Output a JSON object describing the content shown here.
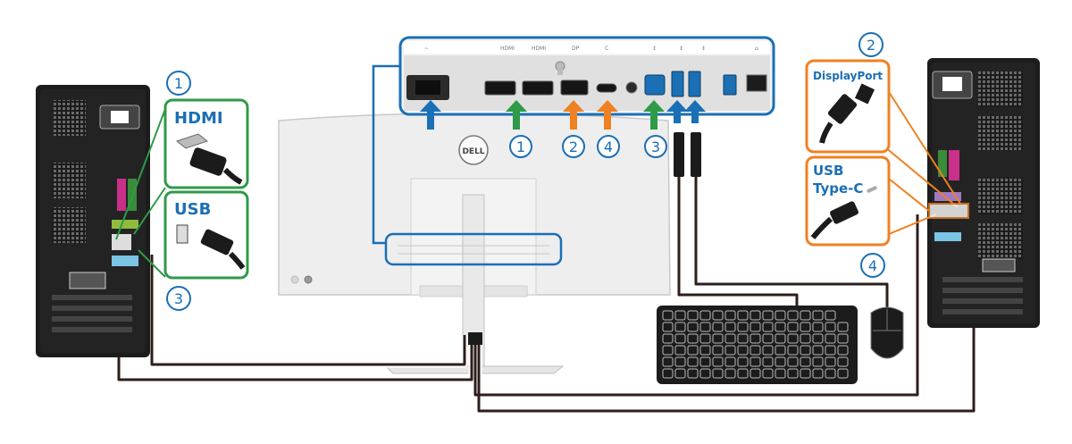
{
  "brand": "DELL",
  "callouts": {
    "left_hdmi": "HDMI",
    "left_usb": "USB",
    "right_dp": "DisplayPort",
    "right_usbc_line1": "USB",
    "right_usbc_line2": "Type-C"
  },
  "markers": {
    "left_hdmi": "1",
    "left_usb": "3",
    "right_dp": "2",
    "right_usbc": "4",
    "port_hdmi": "1",
    "port_dp": "2",
    "port_usbc": "4",
    "port_usb_upstream": "3"
  },
  "colors": {
    "blue": "#1a6fb5",
    "green": "#2f9a48",
    "orange": "#ef8122",
    "cable": "#2d1e1b",
    "cable_outline": "#ffffff",
    "pc_body": "#1c1c1c",
    "monitor_back": "#eeeeee"
  },
  "icons": [
    "power-arrow-icon",
    "hdmi-arrow-icon",
    "displayport-arrow-icon",
    "usbc-arrow-icon",
    "usb-upstream-arrow-icon",
    "usb-downstream-arrow-icon"
  ]
}
